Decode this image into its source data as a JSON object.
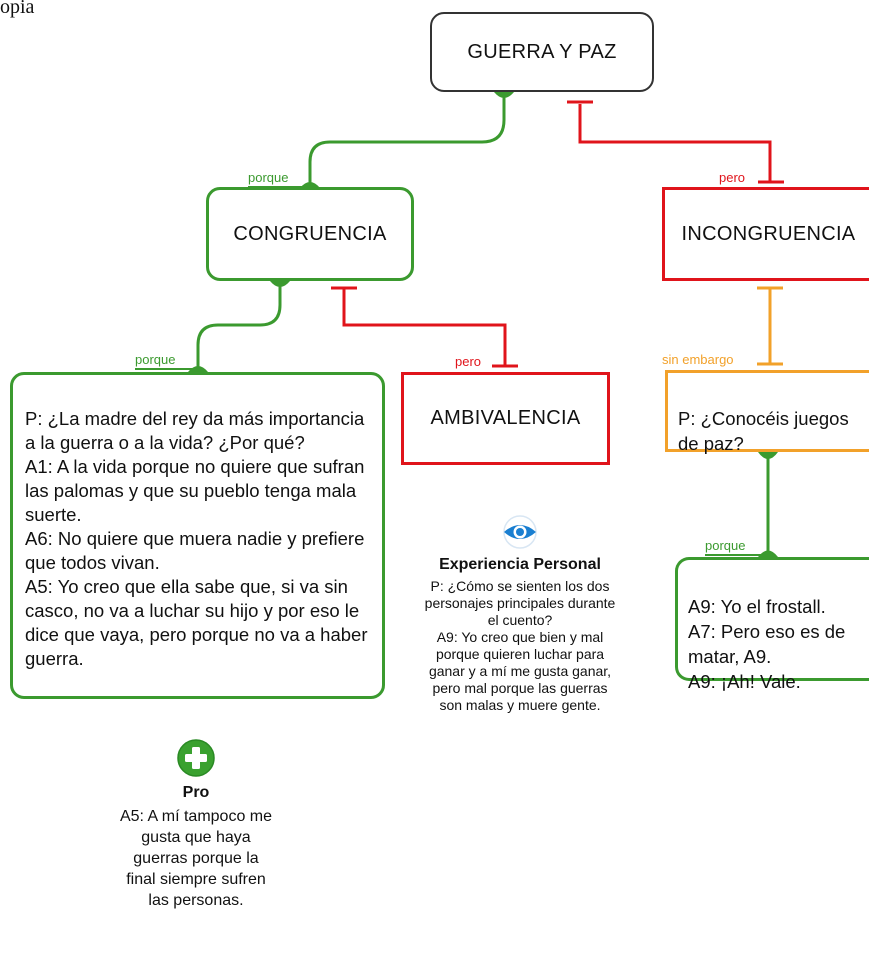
{
  "corner_text": "opia",
  "nodes": {
    "root": "GUERRA Y PAZ",
    "congruencia": "CONGRUENCIA",
    "incongruencia": "INCONGRUENCIA",
    "ambivalencia": "AMBIVALENCIA",
    "question_left": "P: ¿La madre del rey da más importancia a la guerra o a la vida? ¿Por qué?\nA1: A la vida porque no quiere que sufran las palomas y que su pueblo tenga mala suerte.\nA6: No quiere que muera nadie y prefiere que todos vivan.\nA5: Yo creo que ella sabe que, si va sin casco, no va a luchar su hijo y por eso le dice que vaya, pero porque no va a haber guerra.",
    "question_right": "P: ¿Conocéis juegos de paz?",
    "answers_right": "A9: Yo el frostall.\nA7: Pero eso es de matar, A9.\nA9:  ¡Ah! Vale."
  },
  "connectors": {
    "porque_top": "porque",
    "pero_top": "pero",
    "porque_mid": "porque",
    "pero_mid": "pero",
    "sin_embargo": "sin embargo",
    "porque_right": "porque"
  },
  "notes": {
    "experiencia": {
      "icon": "eye-icon",
      "title": "Experiencia Personal",
      "text": "P: ¿Cómo se sienten los dos personajes principales durante el cuento?\nA9: Yo creo que bien y mal porque quieren luchar para ganar y a mí me gusta ganar, pero mal porque las guerras son malas y muere gente."
    },
    "pro": {
      "icon": "plus-icon",
      "title": "Pro",
      "text": "A5: A mí tampoco me gusta que haya guerras porque la final siempre sufren las personas."
    }
  },
  "colors": {
    "green": "#3b9a2f",
    "red": "#e0141b",
    "orange": "#f2a12a",
    "blue": "#1a7fd1"
  }
}
